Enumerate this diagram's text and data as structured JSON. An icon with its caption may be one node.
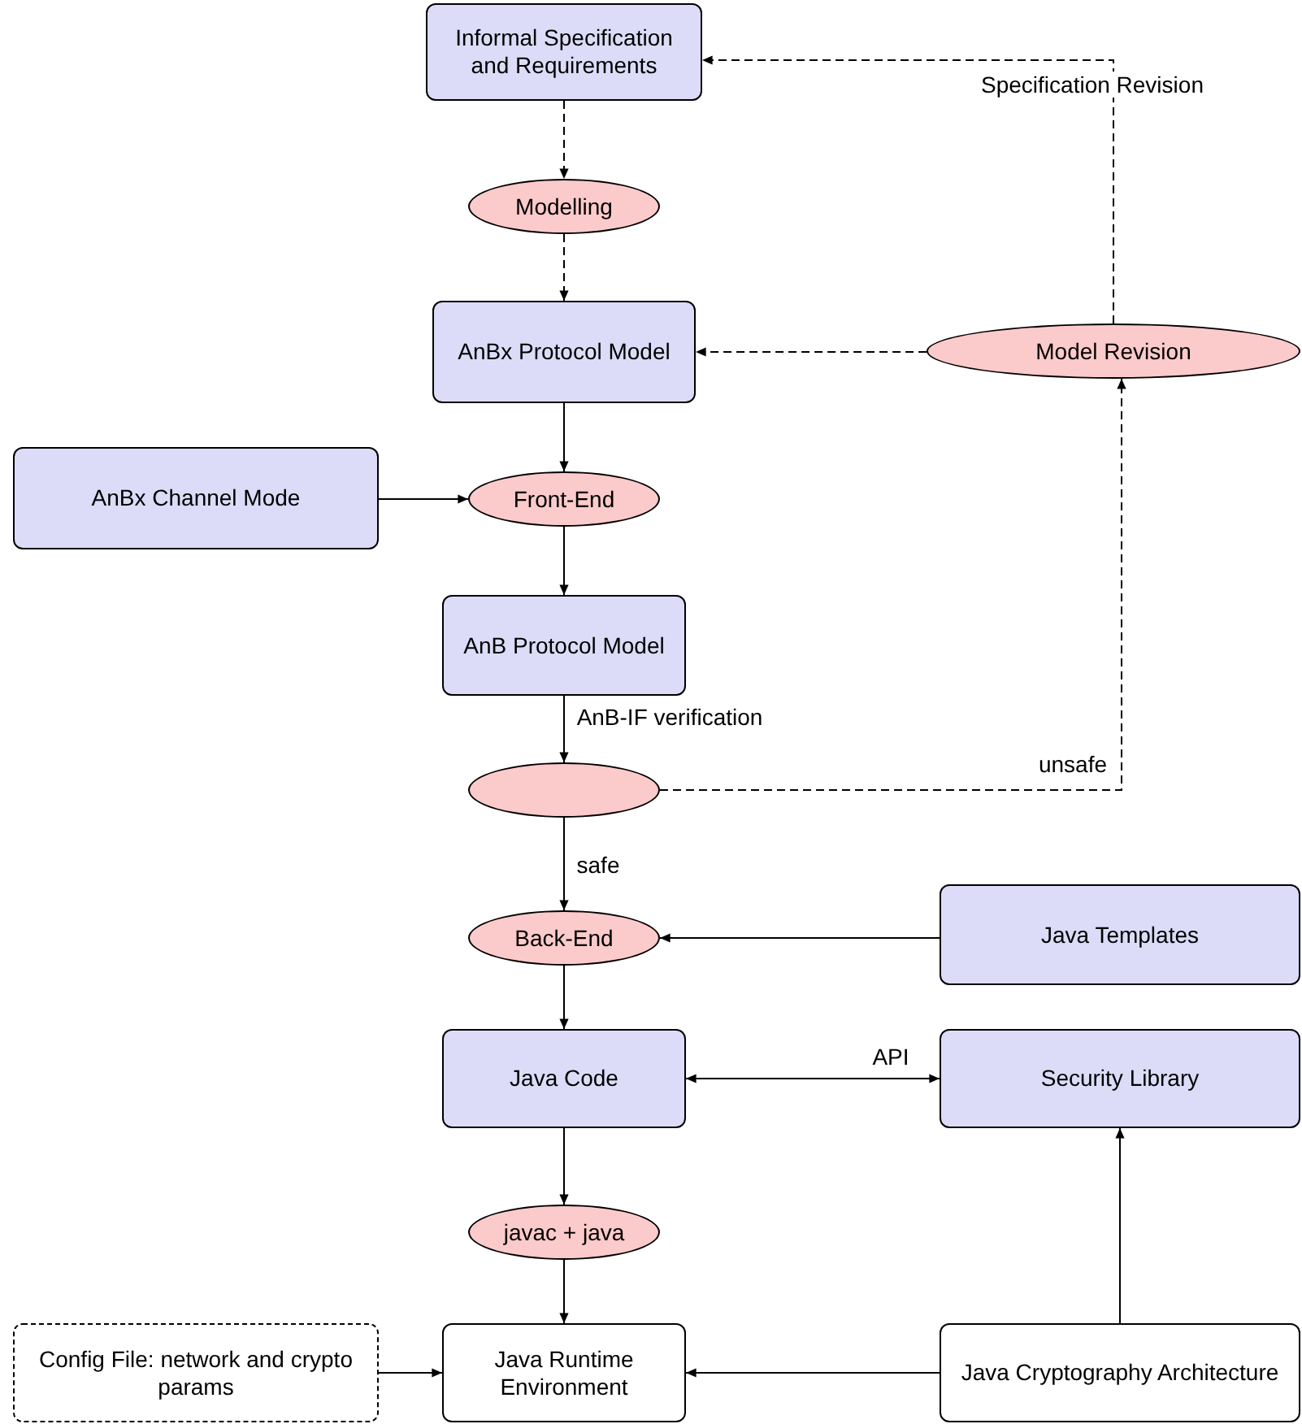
{
  "diagram": {
    "nodes": [
      {
        "text": [
          "Informal Specification and Requirements"
        ]
      },
      {
        "text": [
          "Modelling"
        ]
      },
      {
        "text": [
          "AnBx Protocol Model"
        ]
      },
      {
        "text": [
          "Model Revision"
        ]
      },
      {
        "text": [
          "AnBx Channel Mode"
        ]
      },
      {
        "text": [
          "Front-End"
        ]
      },
      {
        "text": [
          "AnB Protocol Model"
        ]
      },
      {
        "text": [],
        "shape": "ellipse"
      },
      {
        "text": [
          "Back-End"
        ]
      },
      {
        "text": [
          "Java Templates"
        ]
      },
      {
        "text": [
          "Java Code"
        ]
      },
      {
        "text": [
          "Security Library"
        ]
      },
      {
        "text": [
          "javac + java"
        ]
      },
      {
        "text": [
          "Config File: network and crypto params"
        ]
      },
      {
        "text": [
          "Java Runtime Environment"
        ]
      },
      {
        "text": [
          "Java Cryptography Architecture"
        ]
      }
    ],
    "edges": [
      {
        "from": 0,
        "to": 1,
        "arrow": "to",
        "style": "dashed"
      },
      {
        "from": 1,
        "to": 2,
        "arrow": "to",
        "style": "dashed"
      },
      {
        "from": 3,
        "to": 2,
        "arrow": "to",
        "style": "dashed"
      },
      {
        "from": 3,
        "to": 0,
        "arrow": "to",
        "style": "dashed",
        "label": "Specification Revision"
      },
      {
        "from": 2,
        "to": 5,
        "arrow": "to"
      },
      {
        "from": 4,
        "to": 5,
        "arrow": "to"
      },
      {
        "from": 5,
        "to": 6,
        "arrow": "to"
      },
      {
        "from": 6,
        "to": 7,
        "arrow": "to",
        "label": "AnB-IF verification"
      },
      {
        "from": 7,
        "to": 3,
        "arrow": "to",
        "style": "dashed",
        "label": "unsafe"
      },
      {
        "from": 7,
        "to": 8,
        "arrow": "to",
        "label": "safe"
      },
      {
        "from": 9,
        "to": 8,
        "arrow": "to"
      },
      {
        "from": 8,
        "to": 10,
        "arrow": "to"
      },
      {
        "from": 10,
        "to": 11,
        "arrow": "both",
        "label": "API"
      },
      {
        "from": 10,
        "to": 12,
        "arrow": "to"
      },
      {
        "from": 12,
        "to": 14,
        "arrow": "to"
      },
      {
        "from": 13,
        "to": 14,
        "arrow": "to"
      },
      {
        "from": 15,
        "to": 14,
        "arrow": "to"
      },
      {
        "from": 15,
        "to": 11,
        "arrow": "to"
      }
    ]
  }
}
